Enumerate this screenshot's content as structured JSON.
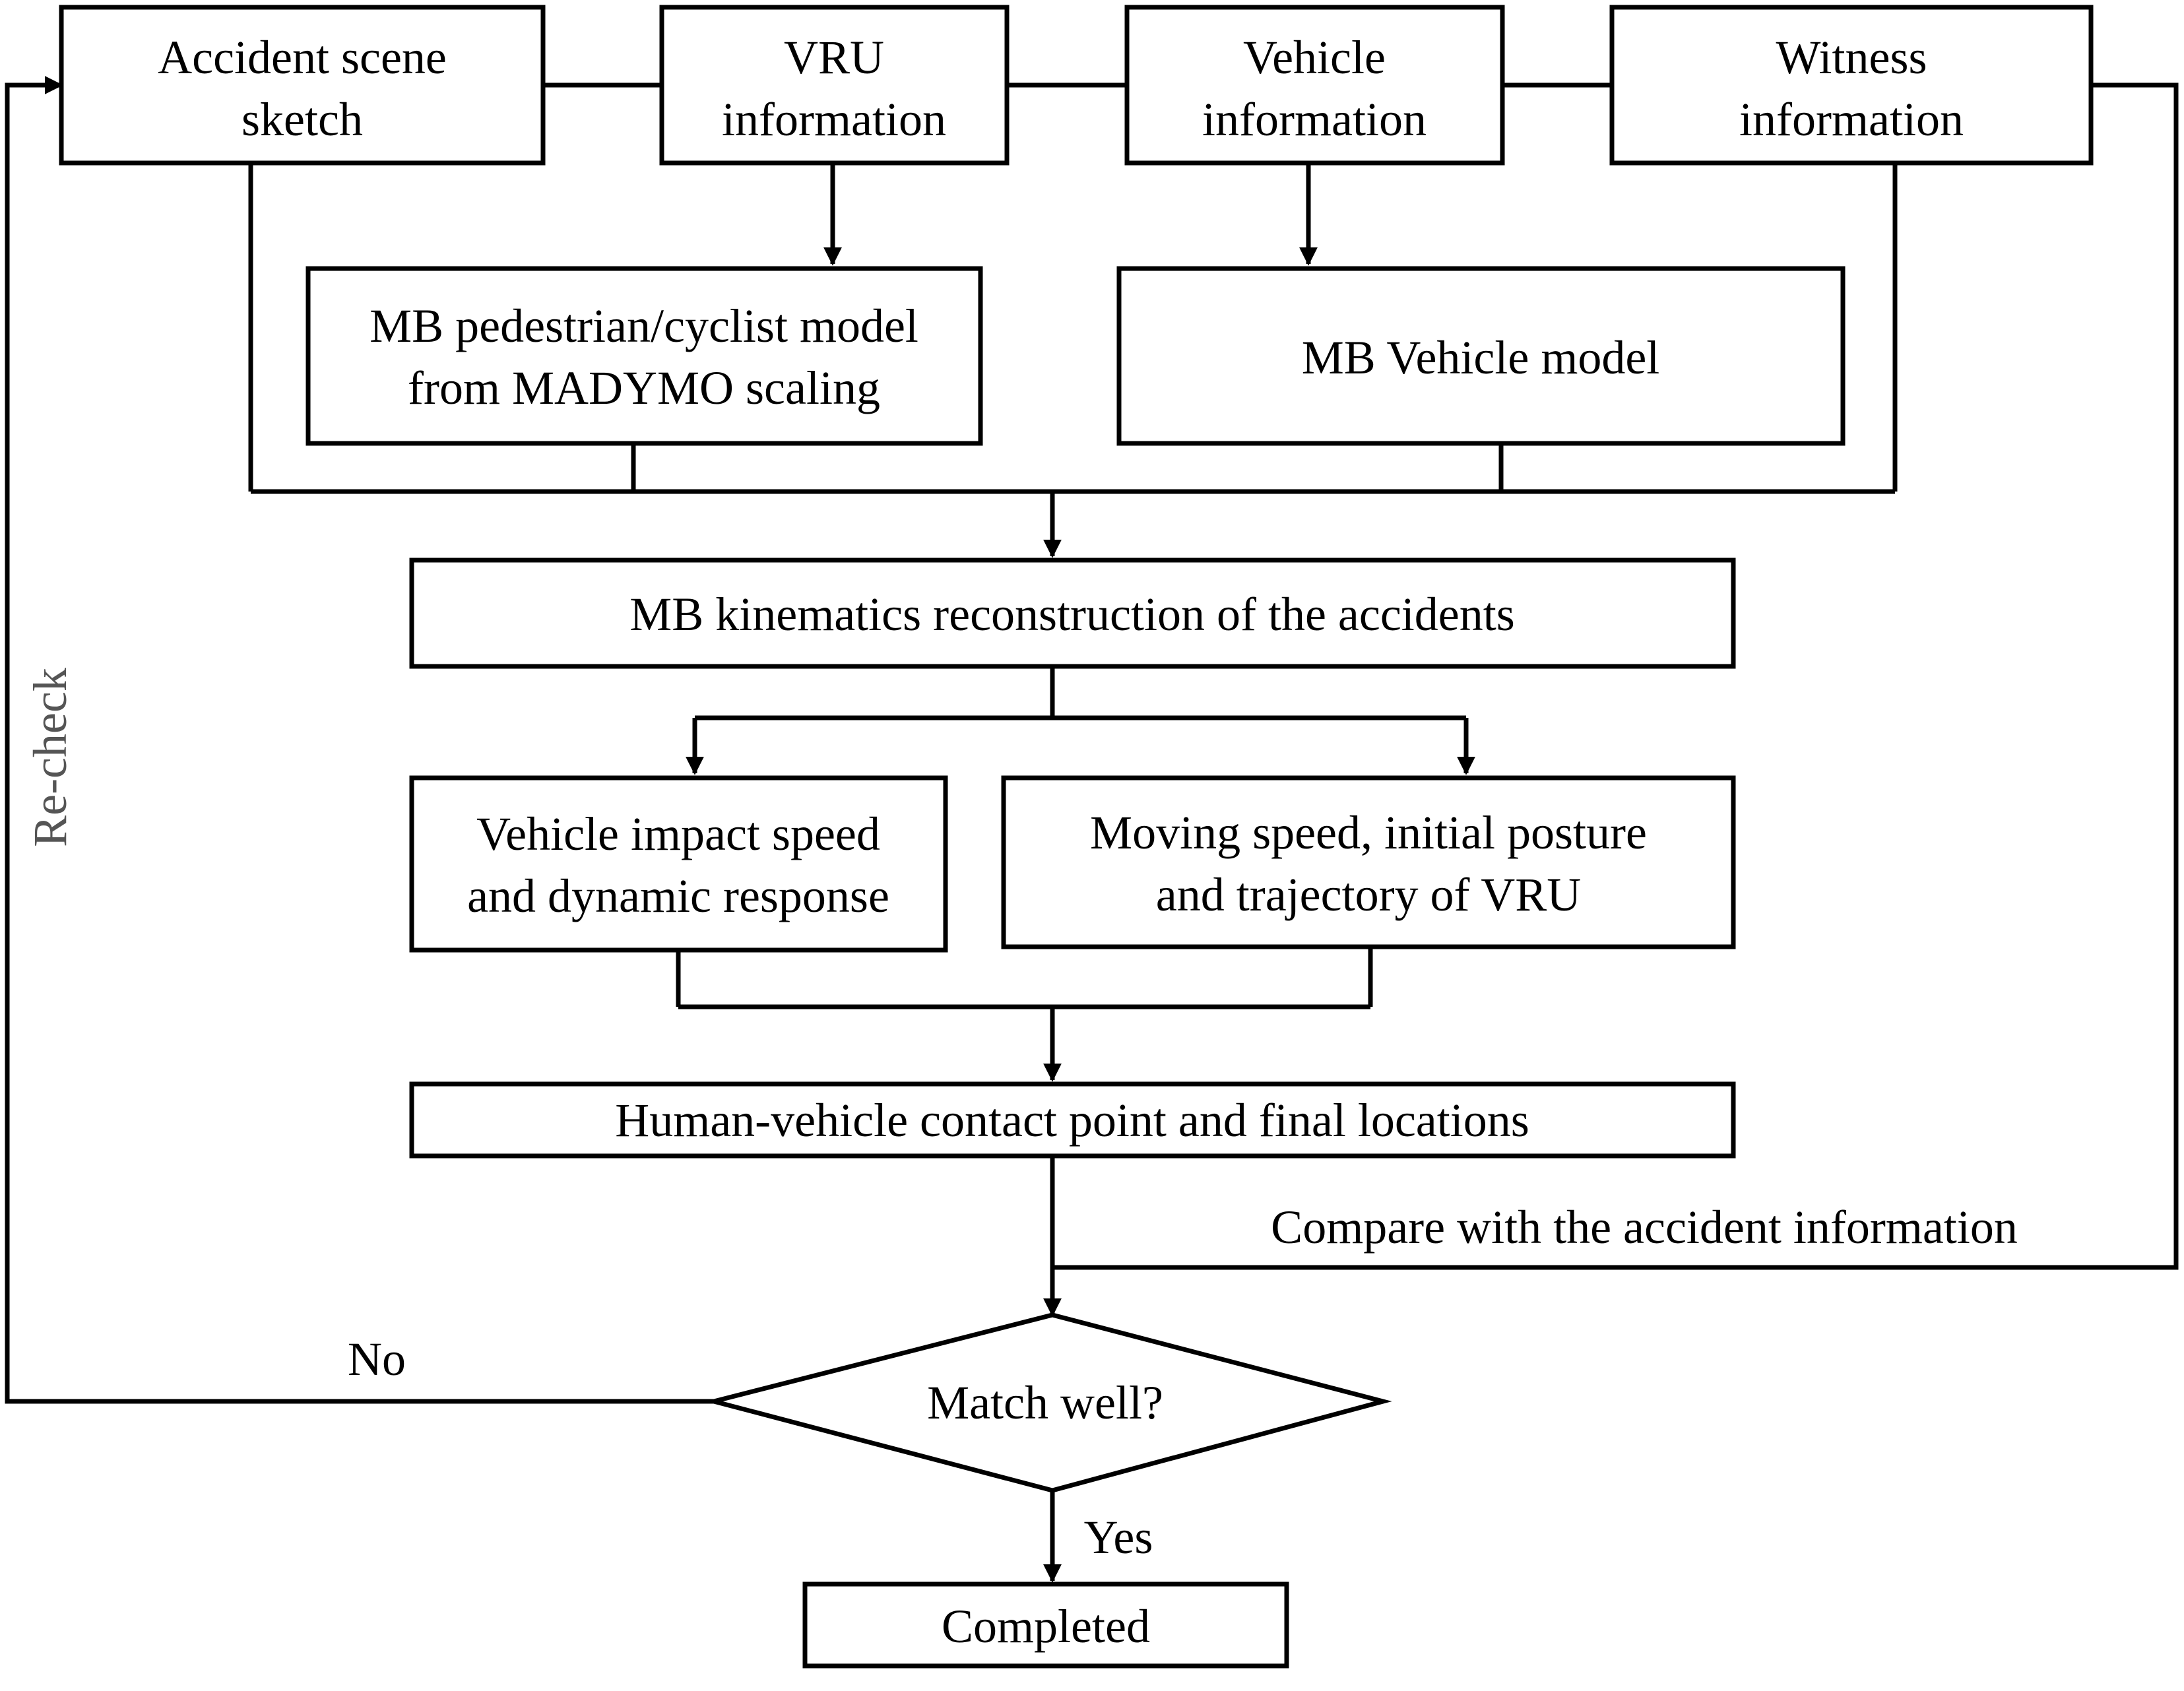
{
  "inputs": {
    "scene_sketch": [
      "Accident scene",
      "sketch"
    ],
    "vru_info": [
      "VRU",
      "information"
    ],
    "vehicle_info": [
      "Vehicle",
      "information"
    ],
    "witness_info": [
      "Witness",
      "information"
    ]
  },
  "models": {
    "pedestrian_model": [
      "MB pedestrian/cyclist model",
      "from MADYMO scaling"
    ],
    "vehicle_model": "MB Vehicle model"
  },
  "reconstruction": "MB kinematics reconstruction of the accidents",
  "outputs": {
    "vehicle_response": [
      "Vehicle impact speed",
      "and dynamic response"
    ],
    "vru_motion": [
      "Moving speed, initial posture",
      "and trajectory of VRU"
    ]
  },
  "contact_points": "Human-vehicle contact point and final locations",
  "compare_label": "Compare with the accident information",
  "decision": "Match well?",
  "no_label": "No",
  "yes_label": "Yes",
  "recheck_label": "Re-check",
  "completed": "Completed"
}
